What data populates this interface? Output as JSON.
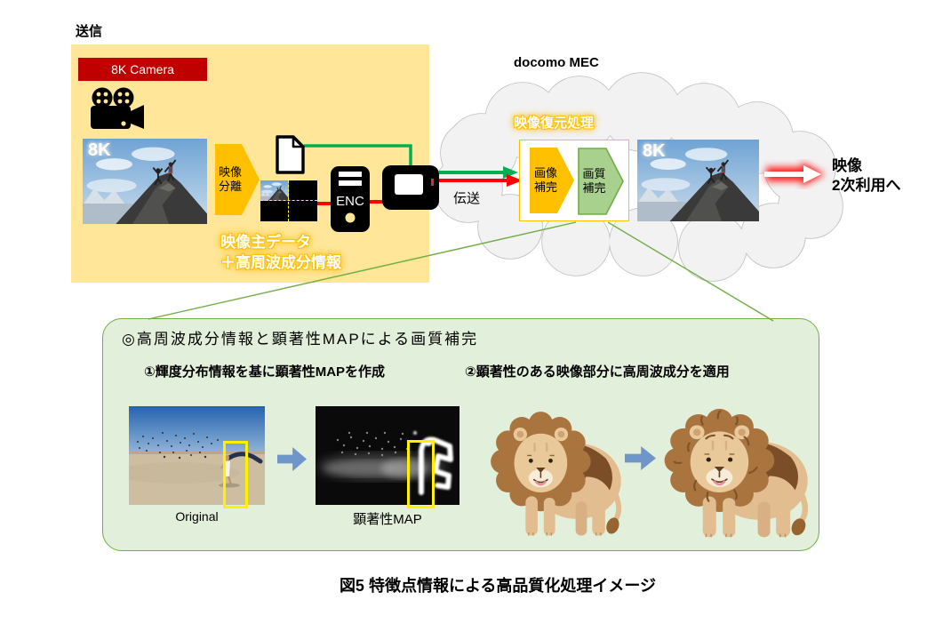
{
  "sender": {
    "section_label": "送信",
    "camera_badge": "8K Camera",
    "image_tag": "8K",
    "separation": {
      "line1": "映像",
      "line2": "分離"
    },
    "enc_label": "ENC",
    "payload": {
      "line1": "映像主データ",
      "line2": "＋高周波成分情報"
    }
  },
  "link": {
    "label": "伝送"
  },
  "mec": {
    "title": "docomo MEC",
    "process_label": "映像復元処理",
    "image_completion": {
      "line1": "画像",
      "line2": "補完"
    },
    "quality_completion": {
      "line1": "画質",
      "line2": "補完"
    },
    "image_tag": "8K"
  },
  "output": {
    "line1": "映像",
    "line2": "2次利用へ"
  },
  "detail": {
    "title": "◎高周波成分情報と顕著性MAPによる画質補完",
    "step1": "①輝度分布情報を基に顕著性MAPを作成",
    "step2": "②顕著性のある映像部分に高周波成分を適用",
    "original_caption": "Original",
    "saliency_caption": "顕著性MAP"
  },
  "figure_caption": "図5 特徴点情報による高品質化処理イメージ",
  "colors": {
    "panel_yellow": "#FFE699",
    "accent_yellow": "#FFC000",
    "brand_red": "#C00000",
    "line_green": "#00B050",
    "line_red": "#FF0000",
    "panel_green": "#E2EFDA",
    "border_green": "#70AD47",
    "arrow_green_fill": "#A9D18E",
    "cloud_fill": "#F2F2F2",
    "cloud_border": "#BFBFBF"
  }
}
